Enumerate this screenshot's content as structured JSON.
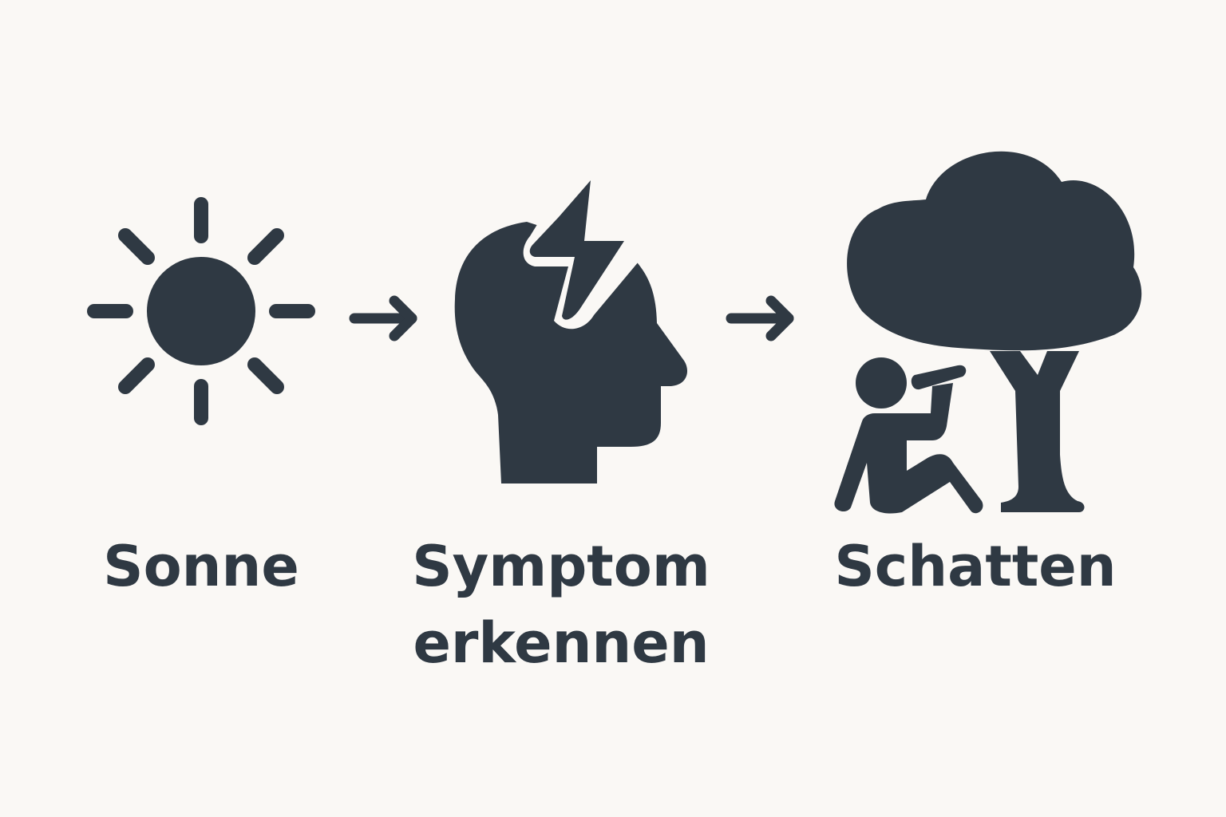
{
  "steps": [
    {
      "icon": "sun-icon",
      "label": "Sonne"
    },
    {
      "icon": "head-lightning-icon",
      "label_lines": [
        "Symptom",
        "erkennen"
      ]
    },
    {
      "icon": "person-drinking-under-tree-icon",
      "label": "Schatten"
    }
  ],
  "connectors": [
    "arrow-right-icon",
    "arrow-right-icon"
  ],
  "colors": {
    "ink": "#2f3943",
    "background": "#faf8f5"
  }
}
